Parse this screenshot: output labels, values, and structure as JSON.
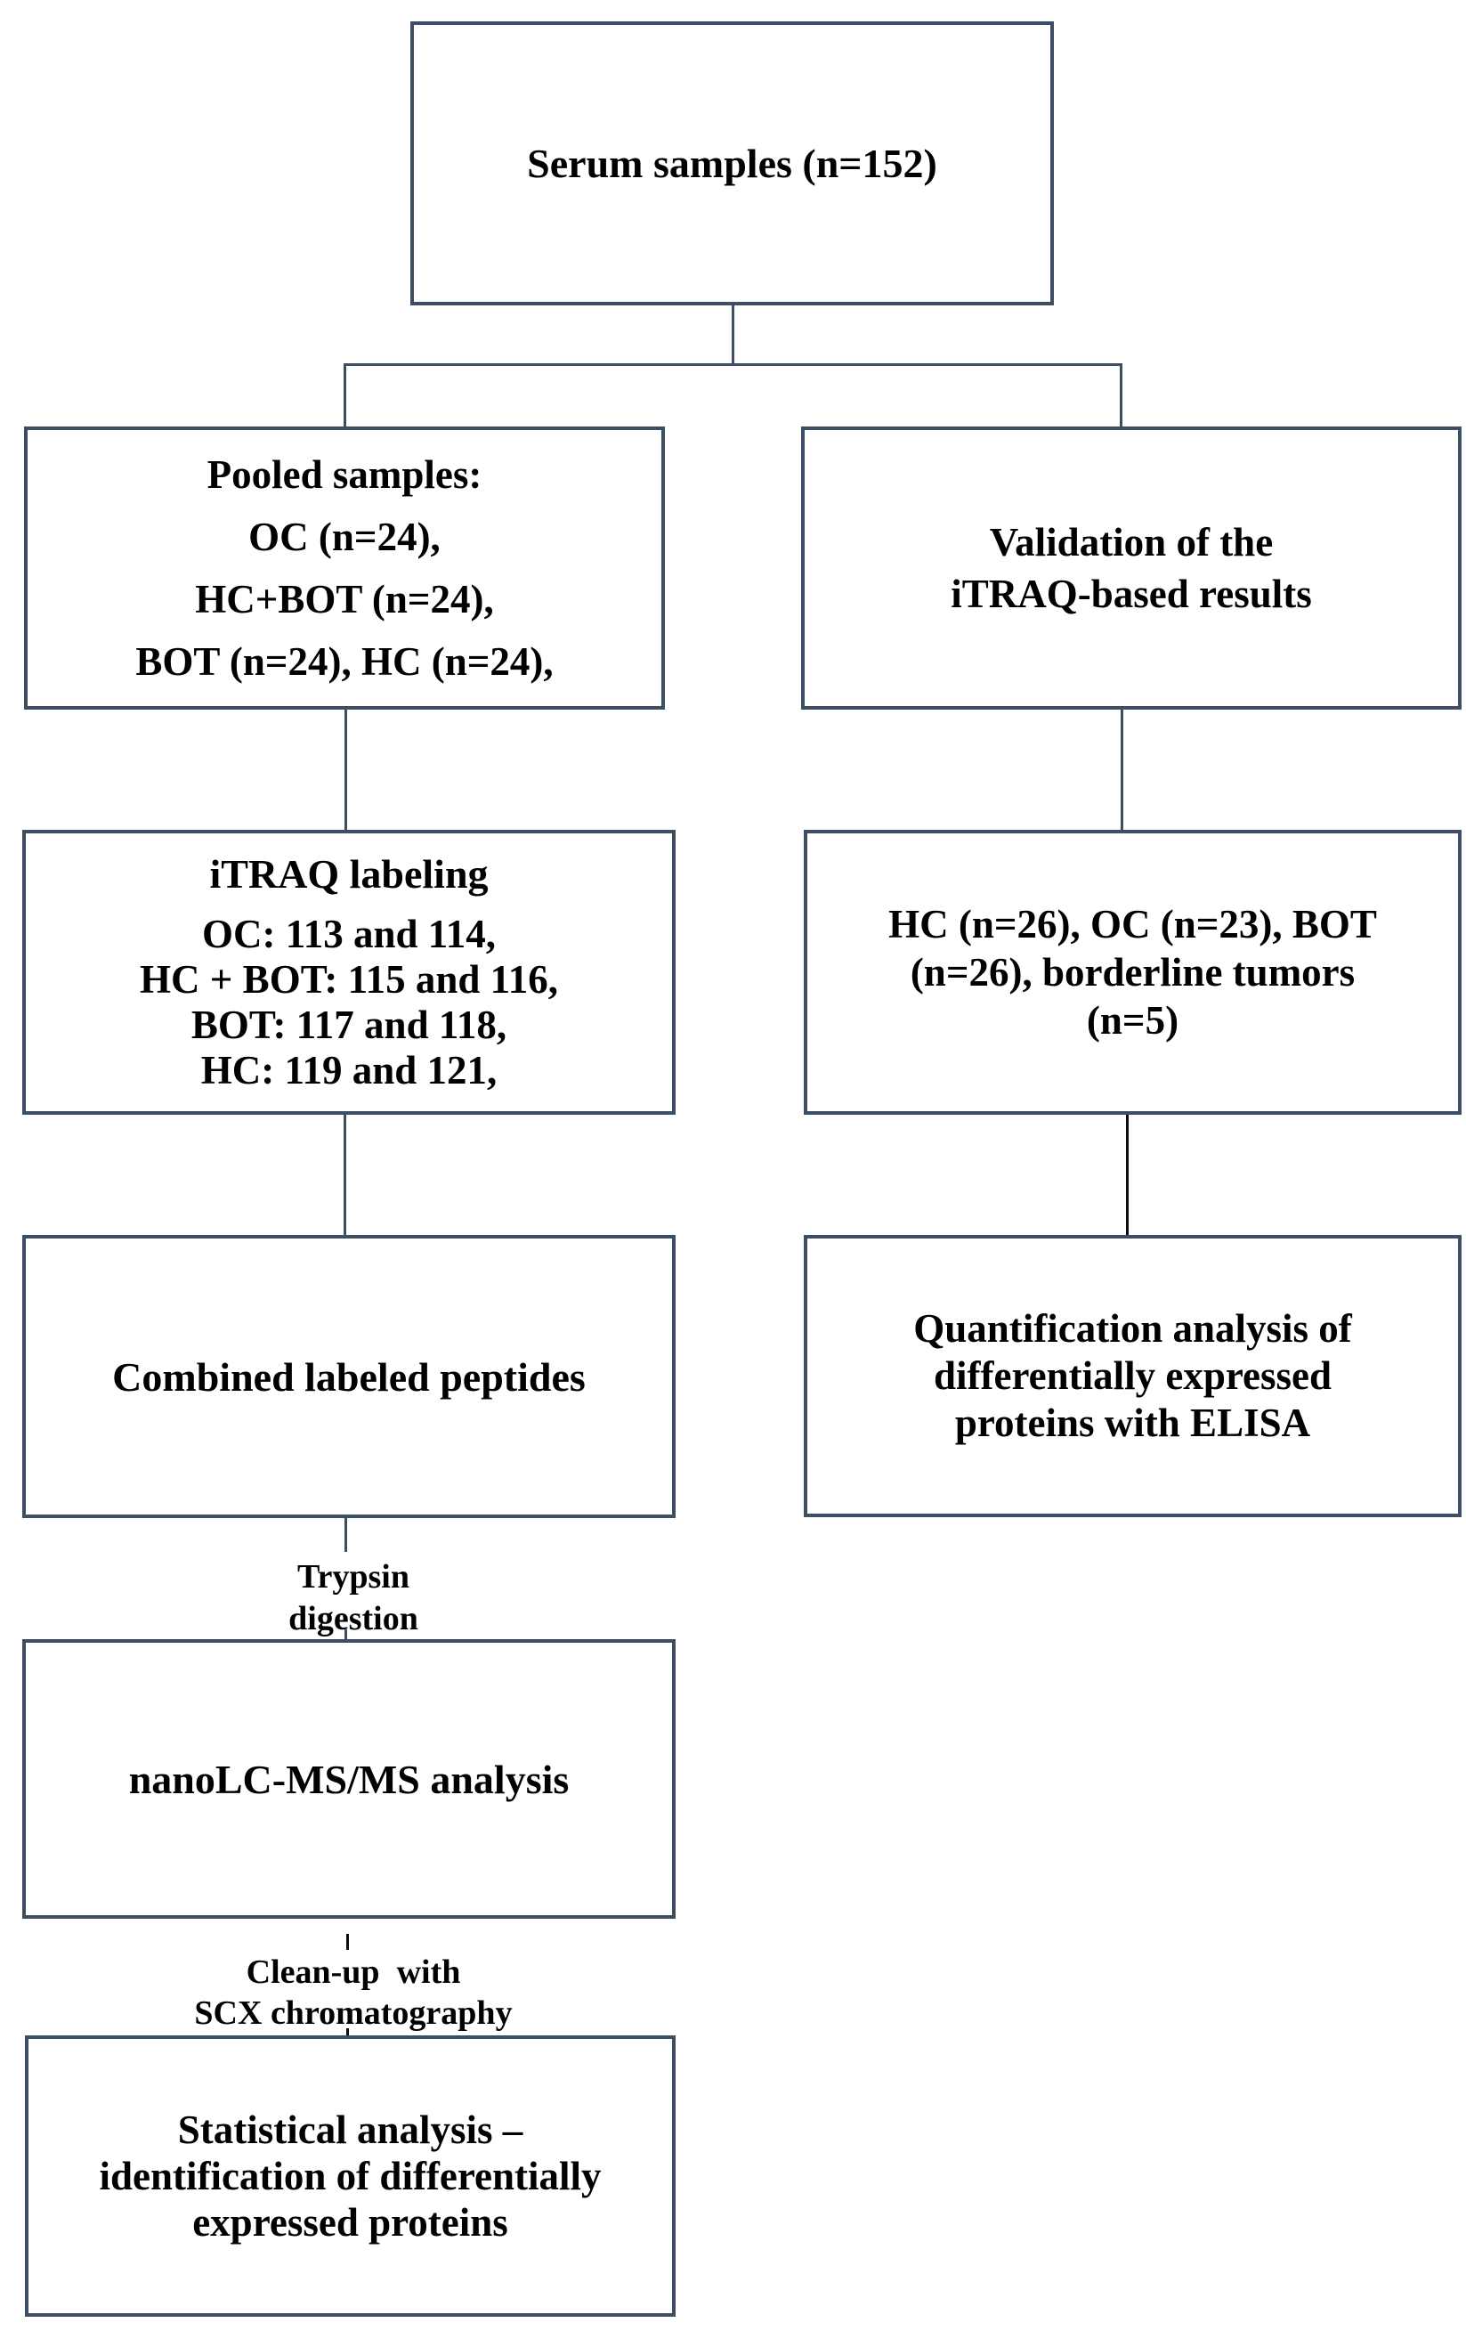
{
  "colors": {
    "box_border": "#3b4e63",
    "connector": "#3b4e63",
    "connector_dark": "#0c0c0c",
    "text": "#000000",
    "background": "#ffffff"
  },
  "nodes": {
    "serum": {
      "lines": [
        "Serum samples (n=152)"
      ]
    },
    "pooled": {
      "lines": [
        "Pooled samples:",
        "OC (n=24),",
        "HC+BOT (n=24),",
        "BOT (n=24), HC (n=24),"
      ]
    },
    "validation": {
      "lines": [
        "Validation of the",
        "iTRAQ-based results"
      ]
    },
    "itraq": {
      "heading": "iTRAQ labeling",
      "lines": [
        "OC: 113 and 114,",
        "HC + BOT: 115 and 116,",
        "BOT: 117 and 118,",
        "HC: 119 and 121,"
      ]
    },
    "cohort": {
      "lines": [
        "HC (n=26), OC (n=23), BOT",
        "(n=26), borderline tumors",
        "(n=5)"
      ]
    },
    "combined": {
      "lines": [
        "Combined labeled peptides"
      ]
    },
    "elisa": {
      "lines": [
        "Quantification analysis of",
        "differentially expressed",
        "proteins with ELISA"
      ]
    },
    "nanolc": {
      "lines": [
        "nanoLC-MS/MS analysis"
      ]
    },
    "statistical": {
      "lines": [
        "Statistical analysis –",
        "identification of differentially",
        "expressed proteins"
      ]
    }
  },
  "edge_labels": {
    "trypsin": {
      "lines": [
        "Trypsin",
        "digestion"
      ]
    },
    "cleanup": {
      "lines": [
        "Clean-up  with",
        "SCX chromatography"
      ]
    }
  }
}
